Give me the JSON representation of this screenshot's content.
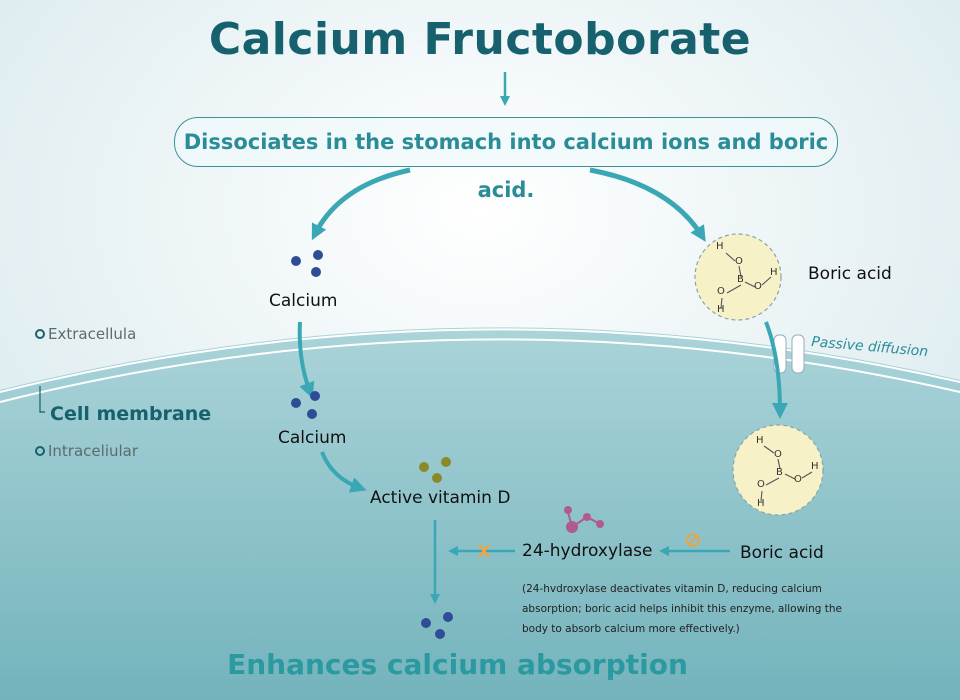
{
  "title": "Calcium Fructoborate",
  "step_box": "Dissociates in the stomach into calcium ions and boric acid.",
  "labels": {
    "calcium_top": "Calcium",
    "calcium_mid": "Calcium",
    "boric_acid_top": "Boric acid",
    "boric_acid_bottom": "Boric acid",
    "passive_diffusion": "Passive diffusion",
    "active_vitamin_d": "Active vitamin D",
    "enzyme": "24-hydroxylase",
    "result": "Enhances calcium absorption"
  },
  "legend": {
    "extracellular": "Extracellula",
    "cell_membrane": "Cell membrane",
    "intracellular": "Intraceliular"
  },
  "molecule_atoms": {
    "h": "H",
    "o": "O",
    "b": "B"
  },
  "note": "(24-hvdroxylase deactivates vitamin D, reducing calcium absorption; boric acid helps inhibit this enzyme, allowing the body to absorb calcium more effectively.)",
  "colors": {
    "title": "#17606d",
    "accent": "#2a9aa0",
    "arrow": "#3aa7b4",
    "calcium_dot": "#2e4d94",
    "vitamin_d": "#8a8a2a",
    "enzyme": "#b05a93",
    "cell_fill": "#8cc3ca",
    "molecule_bg": "#f7f1c8",
    "inhibit": "#f0a23c"
  }
}
